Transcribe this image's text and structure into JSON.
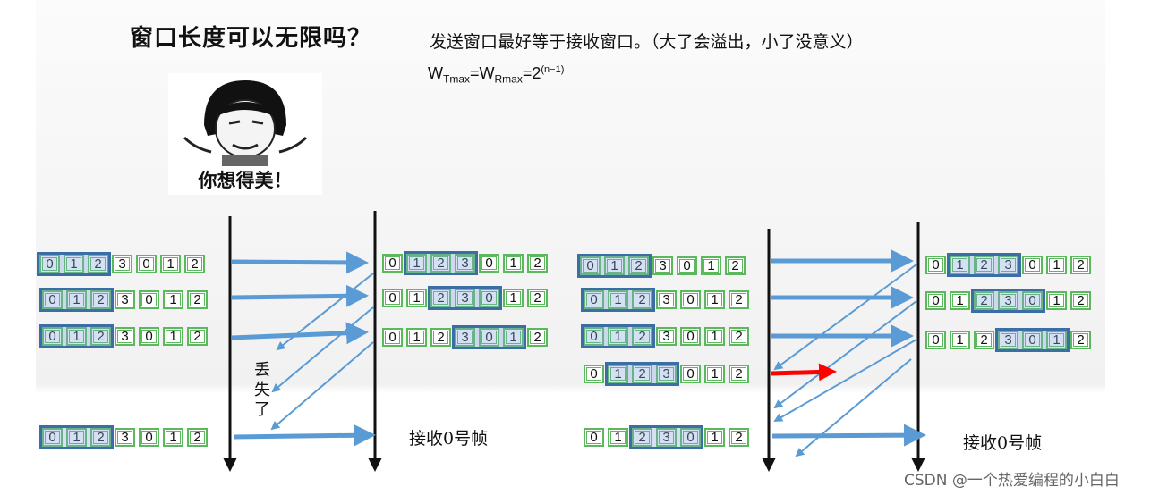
{
  "title": "窗口长度可以无限吗？",
  "note": "发送窗口最好等于接收窗口。（大了会溢出，小了没意义）",
  "formula": {
    "w": "W",
    "sub1": "Tmax",
    "eq1": "=W",
    "sub2": "Rmax",
    "eq2": "=2",
    "sup": "(n−1)"
  },
  "meme_caption": "你想得美！",
  "lost_label": "丢失了",
  "receive_label": "接收0号帧",
  "seq": [
    "0",
    "1",
    "2",
    "3",
    "0",
    "1",
    "2"
  ],
  "watermark": "CSDN @一个热爱编程的小白白",
  "colors": {
    "cell_border": "#5cb85c",
    "window_highlight": "#3a6ea5",
    "arrow": "#5b9bd5",
    "error_arrow": "#ff0000"
  }
}
